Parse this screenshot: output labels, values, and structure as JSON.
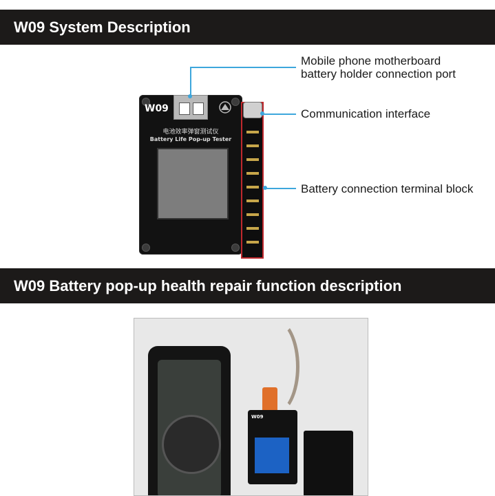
{
  "sections": {
    "system_title": "W09 System Description",
    "function_title": "W09 Battery pop-up health repair function description"
  },
  "device": {
    "model": "W09",
    "name_cn": "电池效率弹窗测试仪",
    "name_en": "Battery Life Pop-up Tester"
  },
  "callouts": {
    "port_line1": "Mobile phone motherboard",
    "port_line2": "battery holder connection port",
    "comm": "Communication interface",
    "terminal": "Battery connection terminal block"
  },
  "photo": {
    "mini_model": "W09"
  },
  "colors": {
    "banner_bg": "#1c1a19",
    "callout_line": "#3da6dc",
    "terminal_outline": "#c0282d"
  }
}
